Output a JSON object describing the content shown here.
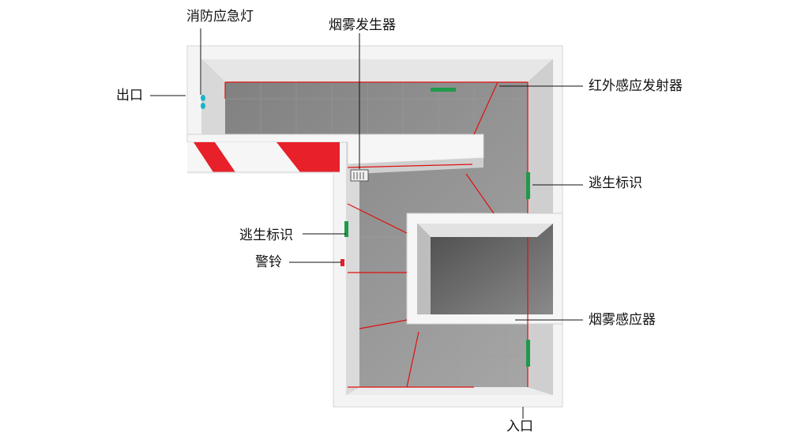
{
  "labels": {
    "fire_emergency_light": "消防应急灯",
    "smoke_generator": "烟雾发生器",
    "exit": "出口",
    "infrared_emitter": "红外感应发射器",
    "escape_sign_right": "逃生标识",
    "escape_sign_left": "逃生标识",
    "alarm_bell": "警铃",
    "smoke_sensor": "烟雾感应器",
    "entrance": "入口"
  },
  "colors": {
    "floor": "#8f8f8f",
    "wall_top": "#f7f7f7",
    "wall_inner": "#e3e3e3",
    "laser": "#e01010",
    "warning_red": "#e8202a",
    "sign_green": "#1e9a4a",
    "emergency_light": "#19b3c6",
    "leader_line": "#111111"
  }
}
